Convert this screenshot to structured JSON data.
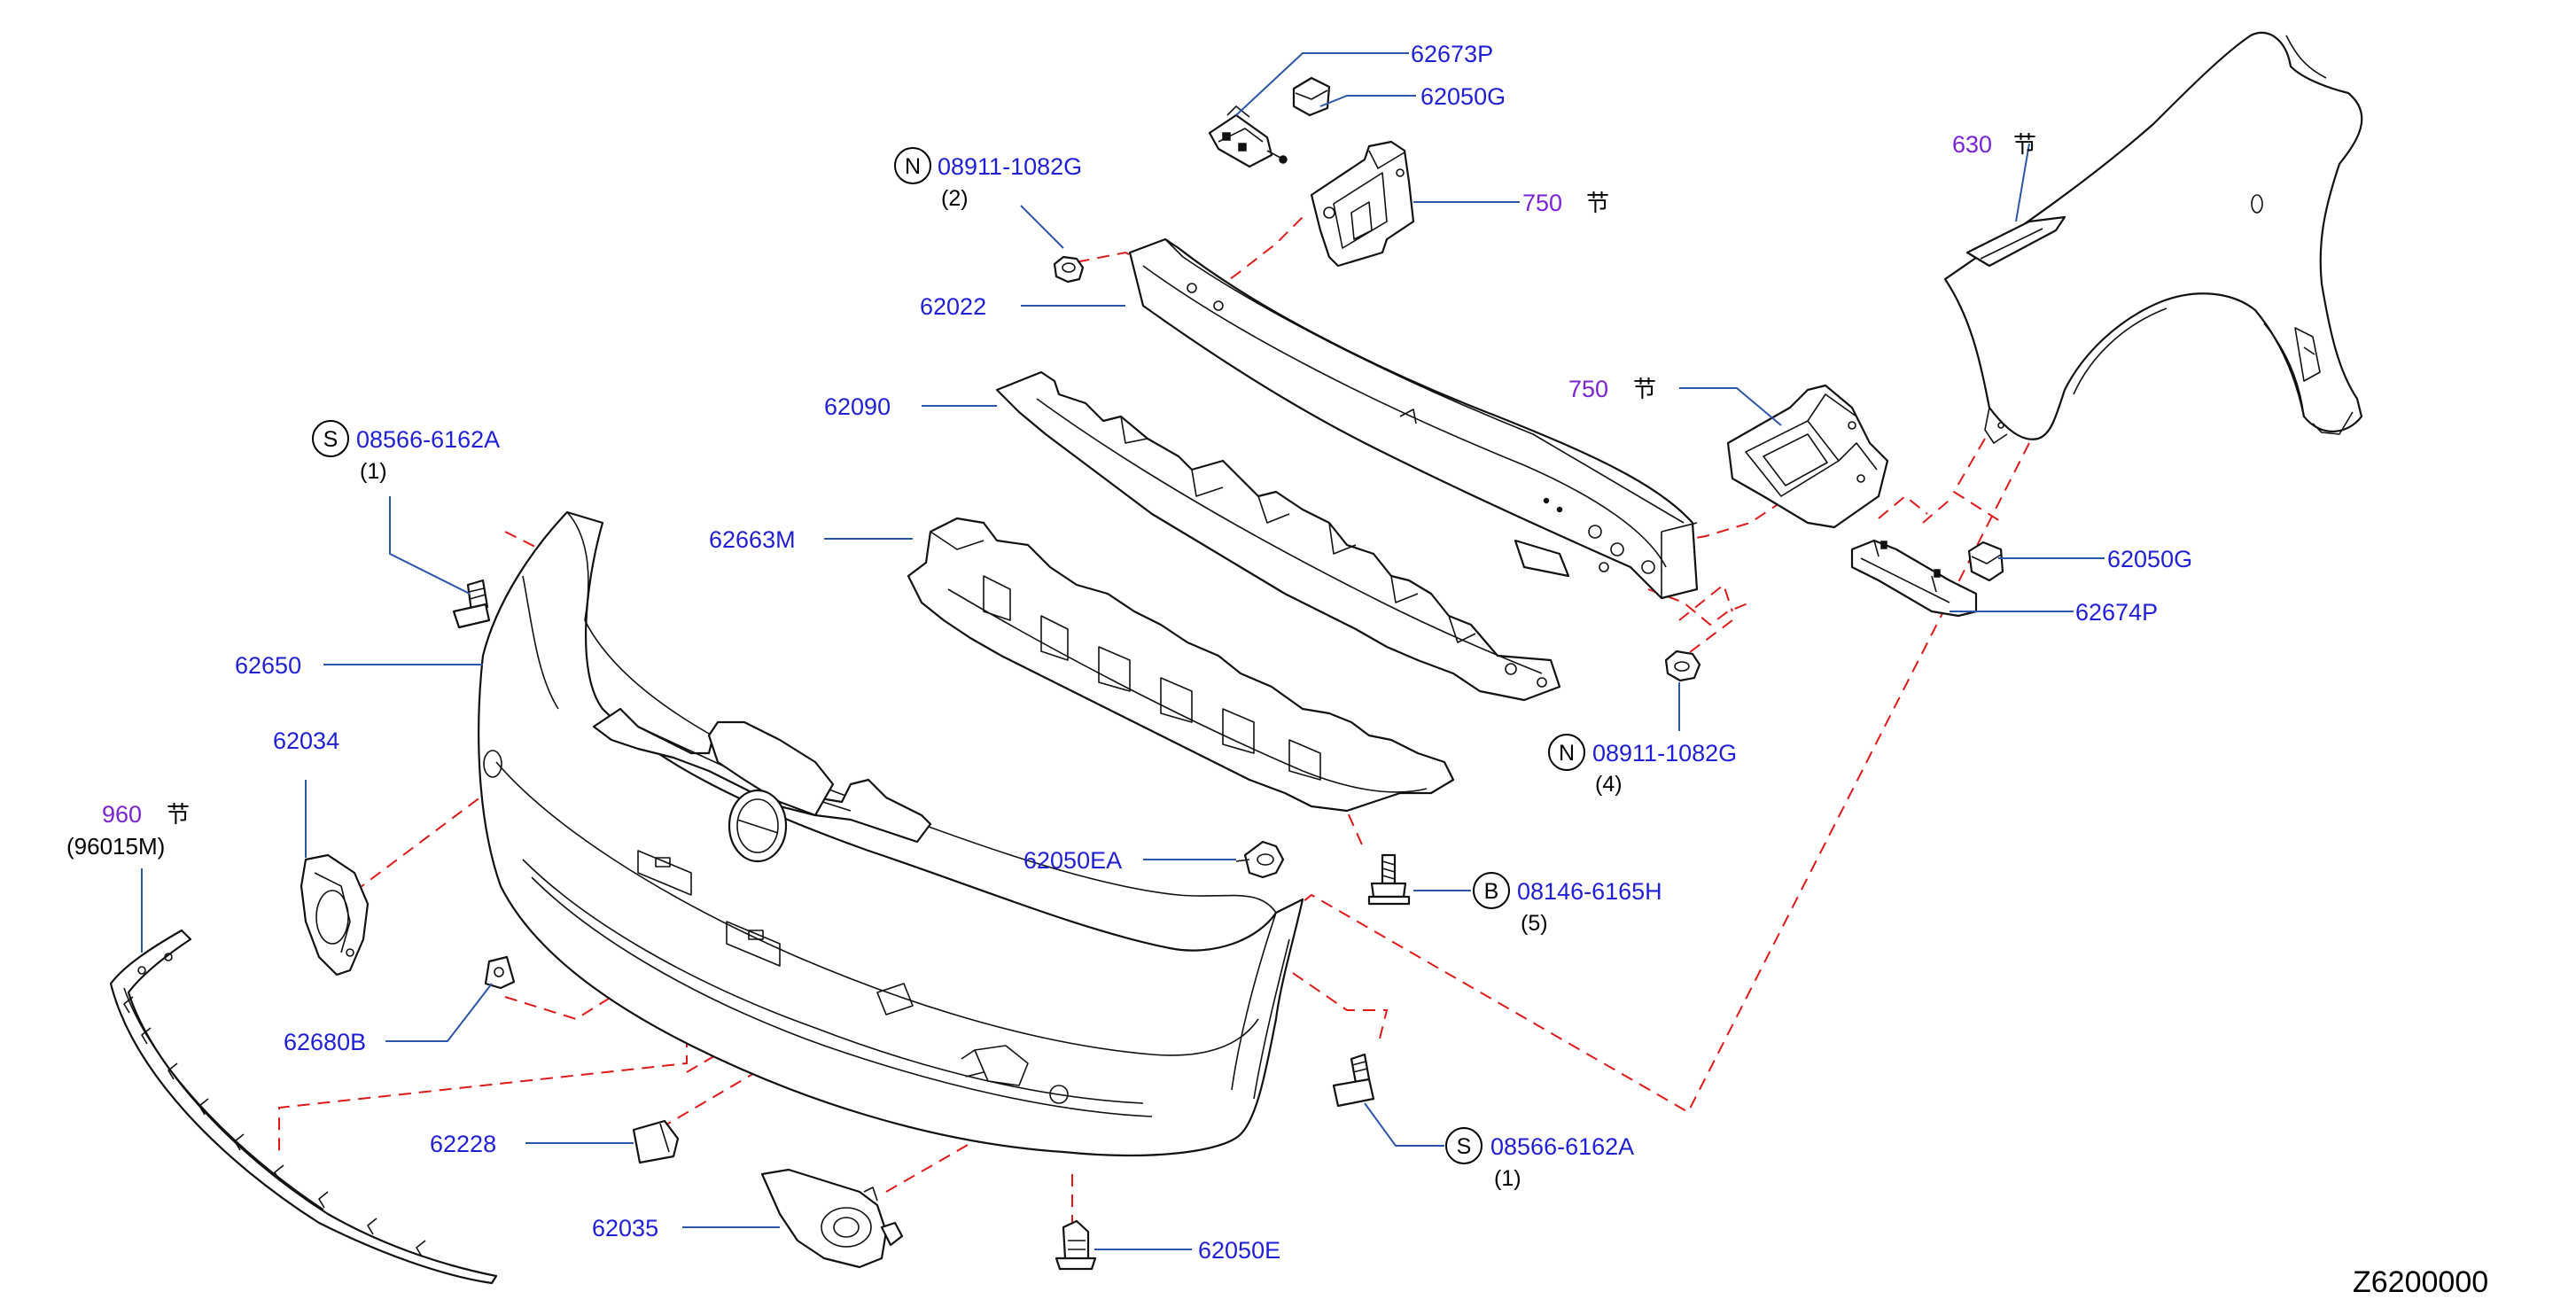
{
  "diagram_id": "Z6200000",
  "colors": {
    "part_number": "#1f1fd6",
    "section_ref": "#7a22d6",
    "leader": "#2a56a8",
    "dashed_link": "#e01818",
    "outline": "#111111"
  },
  "labels": {
    "p62673P": "62673P",
    "p62050G_top": "62050G",
    "n_top_pn": "08911-1082G",
    "n_top_badge": "N",
    "n_top_qty": "(2)",
    "sec750_top_num": "750",
    "sec750_top_mark": "节",
    "sec630_num": "630",
    "sec630_mark": "节",
    "p62022": "62022",
    "p62090": "62090",
    "sec750_mid_num": "750",
    "sec750_mid_mark": "节",
    "s_left_badge": "S",
    "s_left_pn": "08566-6162A",
    "s_left_qty": "(1)",
    "p62663M": "62663M",
    "p62050G_right": "62050G",
    "p62674P": "62674P",
    "p62650": "62650",
    "n_mid_badge": "N",
    "n_mid_pn": "08911-1082G",
    "n_mid_qty": "(4)",
    "p62034": "62034",
    "sec960_num": "960",
    "sec960_mark": "节",
    "sec960_sub": "(96015M)",
    "p62050EA": "62050EA",
    "b_badge": "B",
    "b_pn": "08146-6165H",
    "b_qty": "(5)",
    "p62680B": "62680B",
    "p62228": "62228",
    "s_right_badge": "S",
    "s_right_pn": "08566-6162A",
    "s_right_qty": "(1)",
    "p62035": "62035",
    "p62050E": "62050E"
  }
}
